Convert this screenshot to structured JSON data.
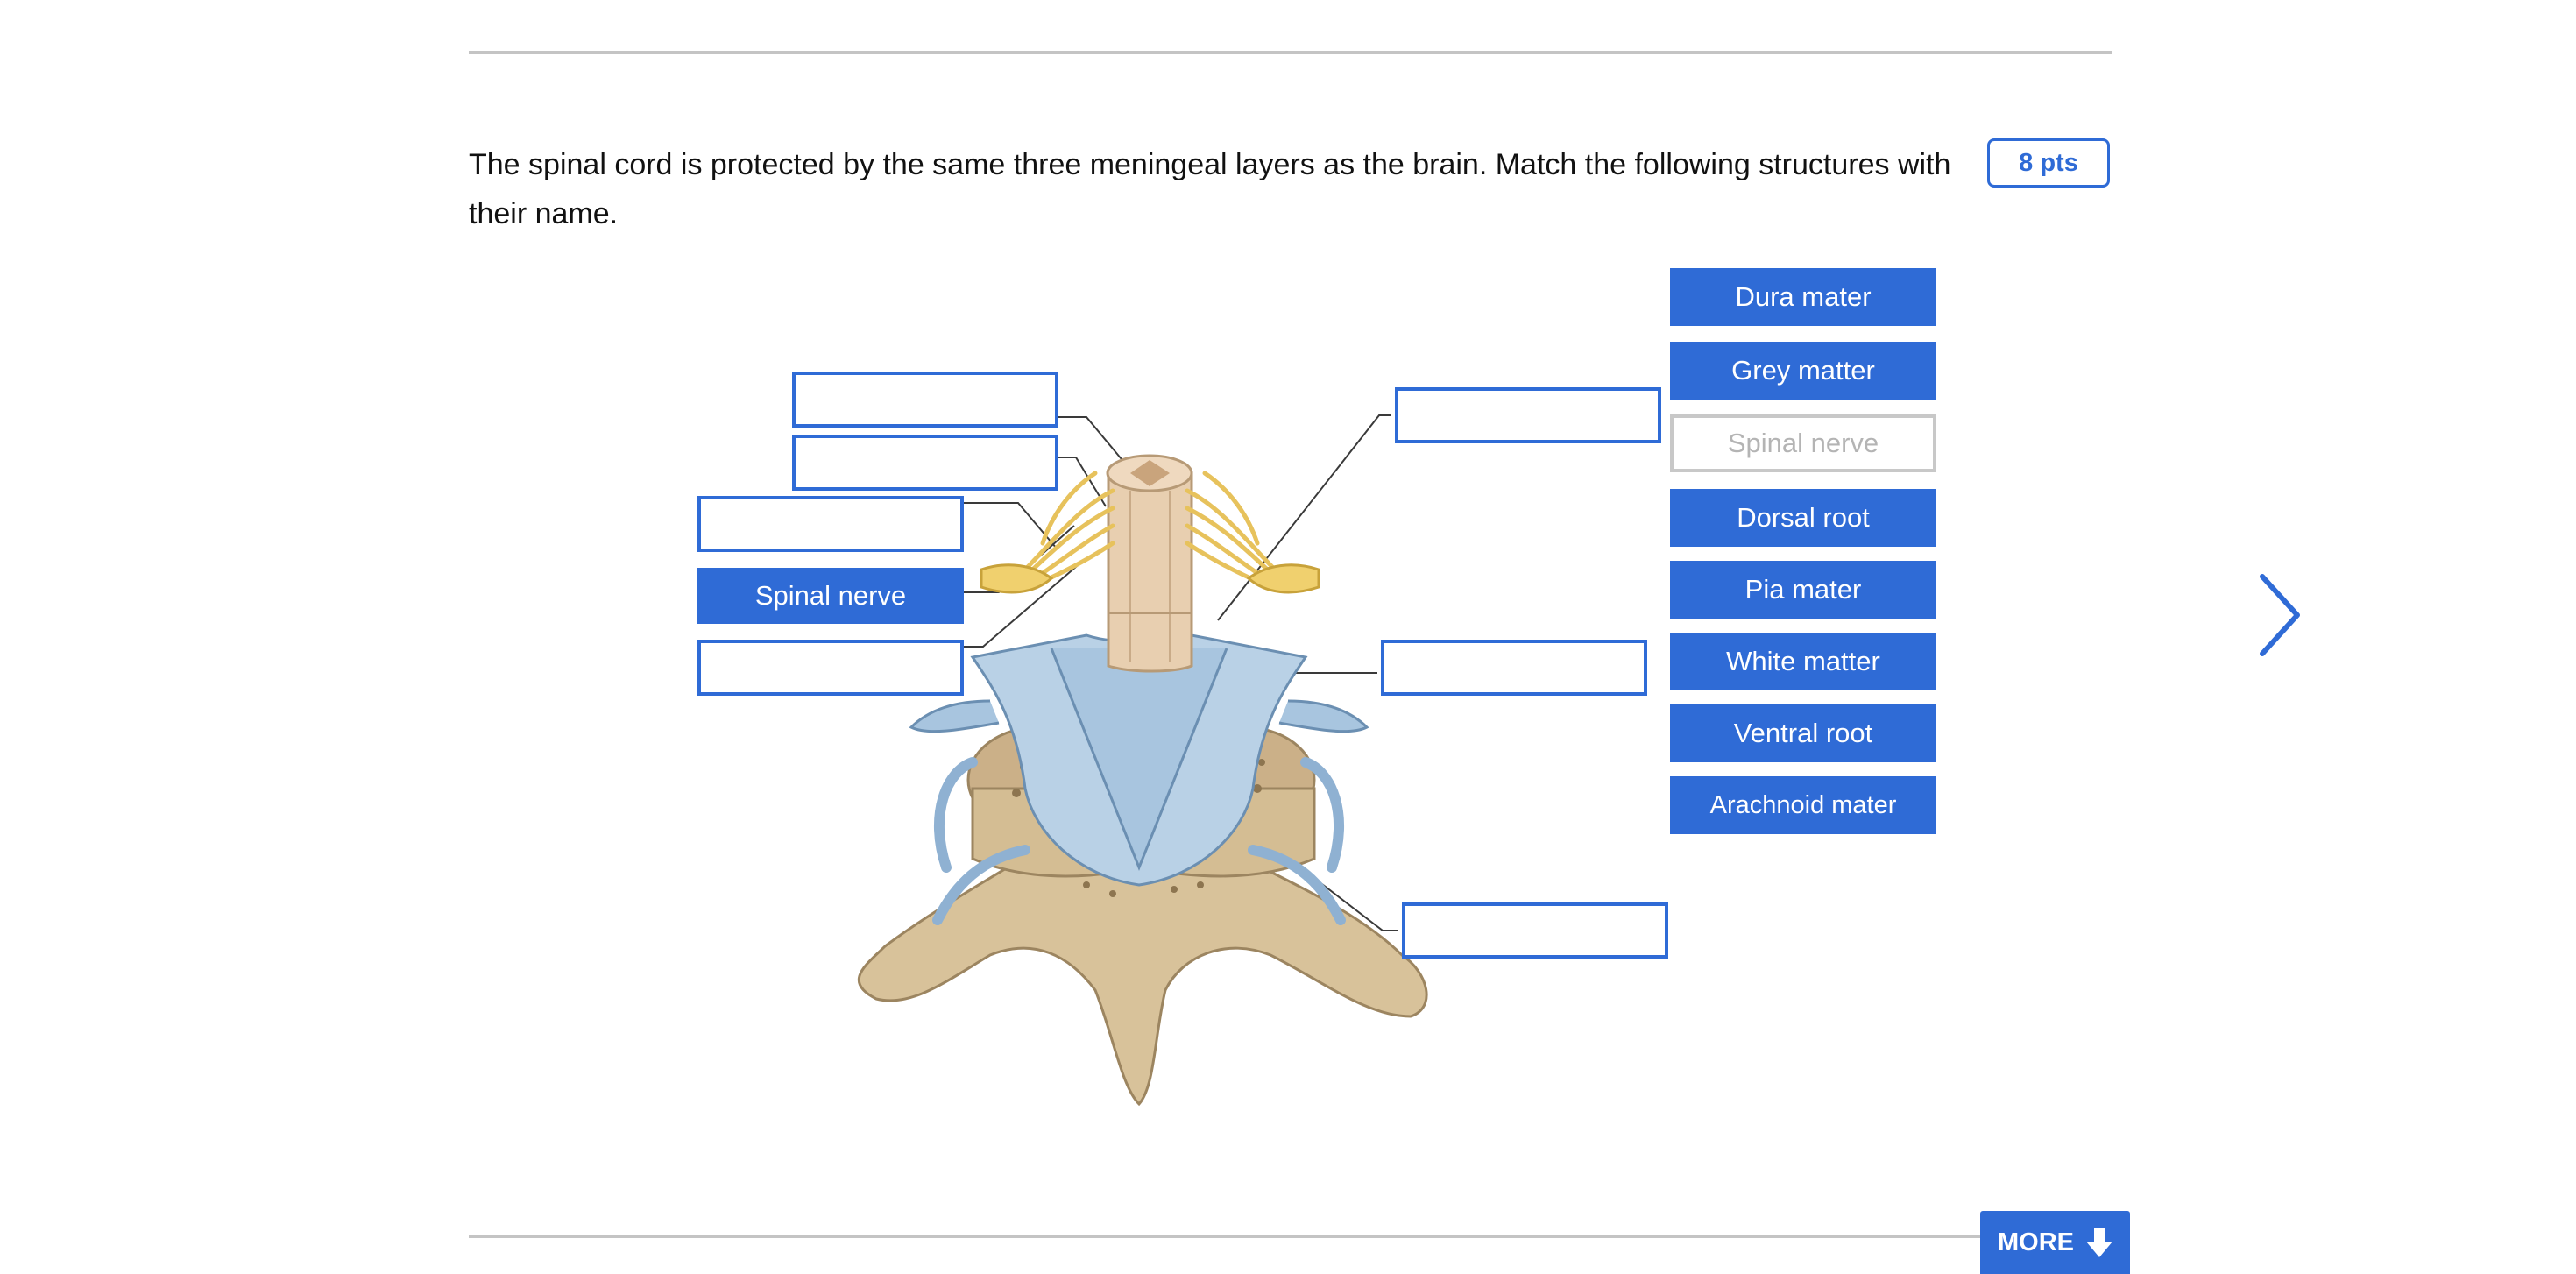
{
  "question": {
    "text": "The spinal cord is protected by the same three meningeal layers as the brain. Match the following structures with their name.",
    "points": "8 pts"
  },
  "drop_zones": [
    {
      "value": ""
    },
    {
      "value": ""
    },
    {
      "value": ""
    },
    {
      "value": "Spinal nerve"
    },
    {
      "value": ""
    },
    {
      "value": ""
    },
    {
      "value": ""
    },
    {
      "value": ""
    }
  ],
  "answer_bank": [
    {
      "label": "Dura mater",
      "state": "available"
    },
    {
      "label": "Grey matter",
      "state": "available"
    },
    {
      "label": "Spinal nerve",
      "state": "used"
    },
    {
      "label": "Dorsal root",
      "state": "available"
    },
    {
      "label": "Pia mater",
      "state": "available"
    },
    {
      "label": "White matter",
      "state": "available"
    },
    {
      "label": "Ventral root",
      "state": "available"
    },
    {
      "label": "Arachnoid mater",
      "state": "available"
    }
  ],
  "navigation": {
    "next_icon": "chevron-right-icon",
    "more_label": "MORE",
    "more_icon": "arrow-down-icon"
  },
  "colors": {
    "accent": "#2f6bd6",
    "used_border": "#c8c8c8",
    "used_text": "#b4b4b4",
    "rule": "#c4c4c4"
  }
}
